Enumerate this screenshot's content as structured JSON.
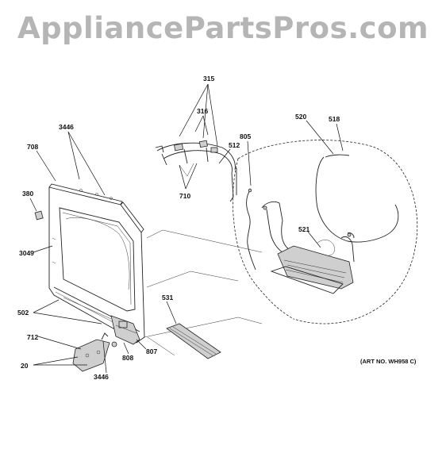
{
  "watermark": "AppliancePartsPros.com",
  "art_number": "(ART NO. WH958 C)",
  "callouts": {
    "c315": "315",
    "c316": "316",
    "c3446_top": "3446",
    "c708": "708",
    "c512": "512",
    "c805": "805",
    "c520": "520",
    "c518": "518",
    "c380": "380",
    "c710": "710",
    "c521": "521",
    "c3049": "3049",
    "c531": "531",
    "c502": "502",
    "c712": "712",
    "c807": "807",
    "c808": "808",
    "c20": "20",
    "c3446_bottom": "3446"
  },
  "colors": {
    "watermark": "#b5b5b5",
    "linework": "#111111",
    "background": "#ffffff"
  }
}
